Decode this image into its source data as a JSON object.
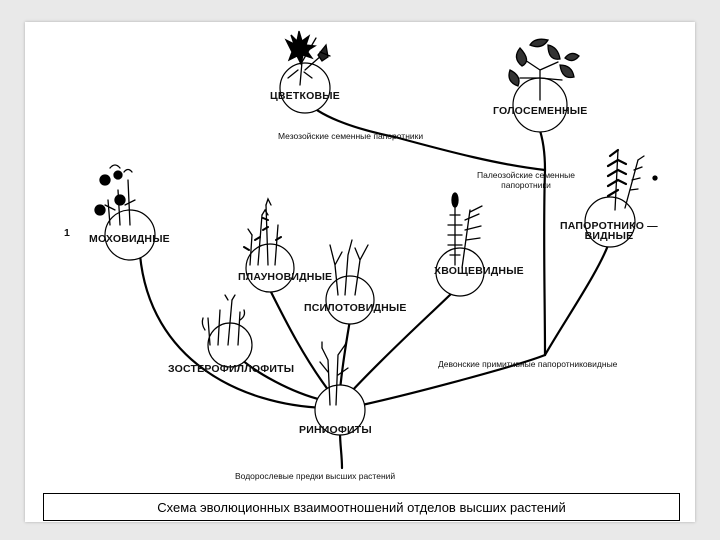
{
  "marker": "1",
  "nodes": {
    "flowering": "ЦВЕТКОВЫЕ",
    "gymnosperms": "ГОЛОСЕМЕННЫЕ",
    "mosses": "МОХОВИДНЫЕ",
    "lycopods": "ПЛАУНОВИДНЫЕ",
    "psilotophytes": "ПСИЛОТОВИДНЫЕ",
    "horsetails": "ХВОЩЕВИДНЫЕ",
    "ferns_line1": "ПАПОРОТНИКО —",
    "ferns_line2": "ВИДНЫЕ",
    "zosterophyllophytes": "ЗОСТЕРОФИЛЛОФИТЫ",
    "rhyniophytes": "РИНИОФИТЫ"
  },
  "annotations": {
    "mesozoic": "Мезозойские семенные папоротники",
    "paleozoic_line1": "Палеозойские семенные",
    "paleozoic_line2": "папоротники",
    "devonian": "Девонские примитивные папоротниковидные",
    "algal": "Водорослевые предки высших растений"
  },
  "caption": "Схема эволюционных взаимоотношений отделов высших растений"
}
